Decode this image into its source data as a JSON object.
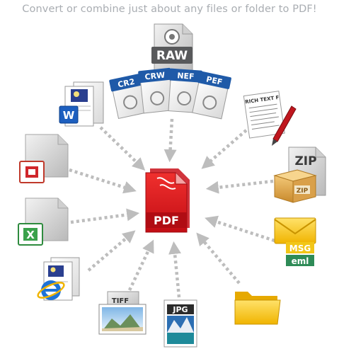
{
  "headline": "Convert or combine  just about any files or folder to PDF!",
  "center_icon": {
    "label": "PDF",
    "color": "#e0141b"
  },
  "raw_group": {
    "label": "RAW",
    "subtypes": [
      "CR2",
      "CRW",
      "NEF",
      "PEF"
    ],
    "badge_color": "#1f5aa8"
  },
  "rich_text": {
    "label": "RICH TEXT F"
  },
  "zip": {
    "label": "ZIP",
    "box_label": "ZIP"
  },
  "msg": {
    "msg_label": "MSG",
    "eml_label": "eml"
  },
  "tiff": {
    "label": "TIFF"
  },
  "jpg": {
    "label": "JPG"
  },
  "colors": {
    "arrow": "#bdbdbd",
    "pdf_red": "#e0141b",
    "envelope": "#f2c618",
    "folder": "#f7c600"
  }
}
